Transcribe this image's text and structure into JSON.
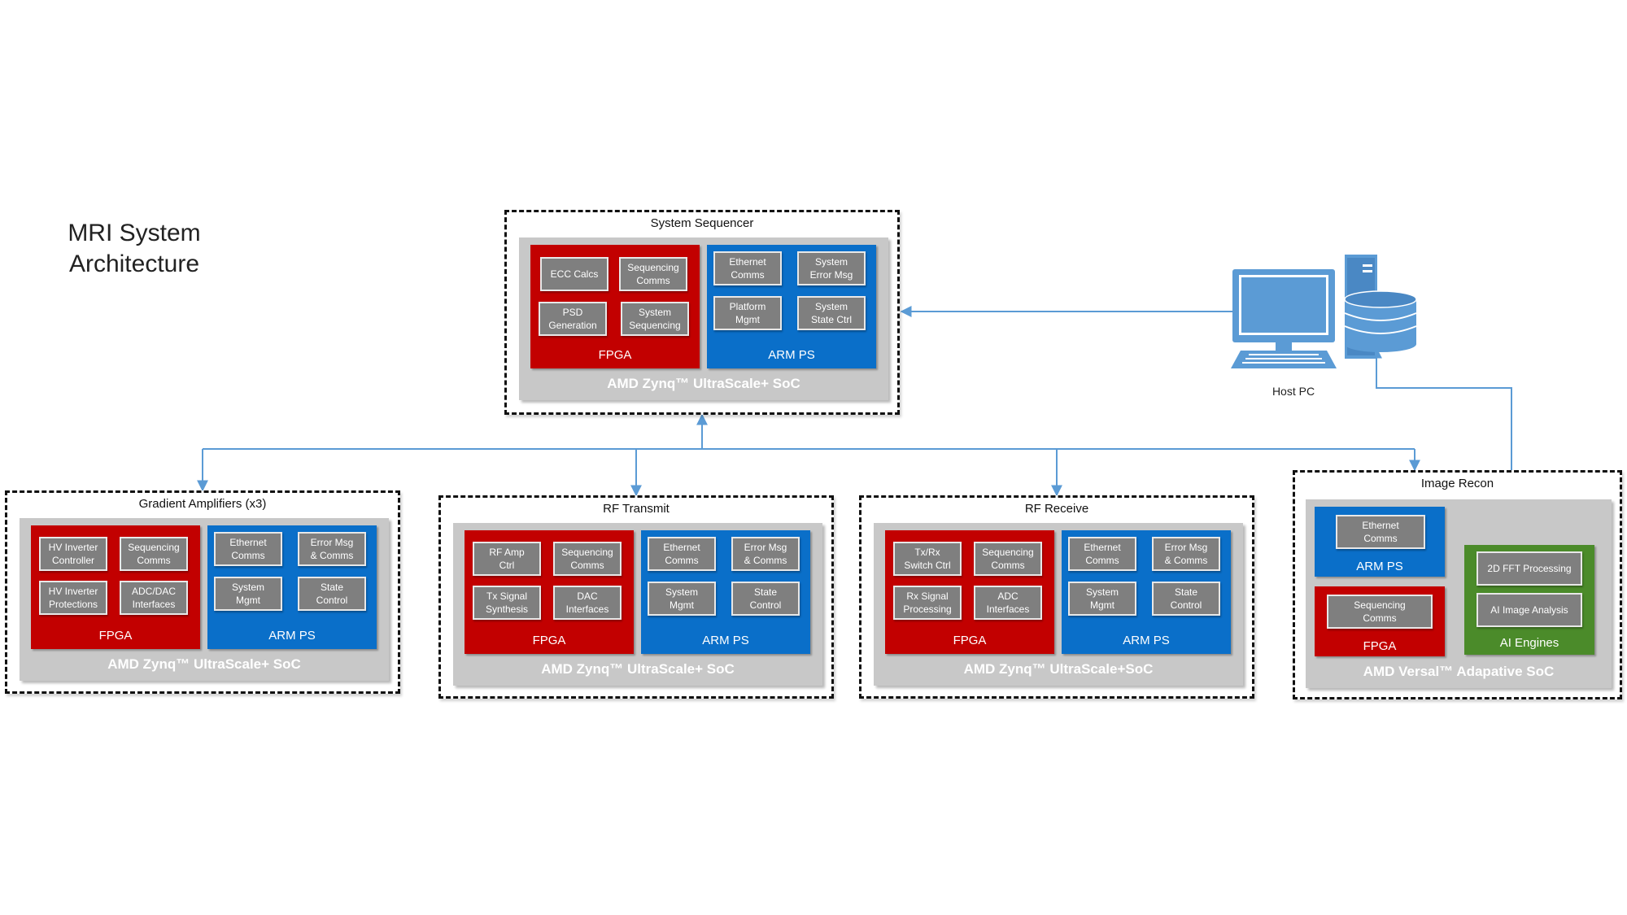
{
  "title": {
    "line1": "MRI System",
    "line2": "Architecture"
  },
  "host_pc": {
    "label": "Host PC",
    "icon": "computer-with-database-icon"
  },
  "colors": {
    "fpga": "#c20000",
    "arm": "#0a6fc9",
    "ai": "#4b8b2a",
    "module": "#7f7f7f",
    "soc": "#c8c8c8",
    "connector": "#5b9bd5"
  },
  "sequencer": {
    "label": "System Sequencer",
    "soc": "AMD Zynq™ UltraScale+ SoC",
    "fpga": {
      "label": "FPGA",
      "modules": [
        "ECC Calcs",
        "Sequencing\nComms",
        "PSD\nGeneration",
        "System\nSequencing"
      ]
    },
    "arm": {
      "label": "ARM PS",
      "modules": [
        "Ethernet\nComms",
        "System\nError Msg",
        "Platform\nMgmt",
        "System\nState Ctrl"
      ]
    }
  },
  "gradient": {
    "label": "Gradient Amplifiers (x3)",
    "soc": "AMD Zynq™ UltraScale+ SoC",
    "fpga": {
      "label": "FPGA",
      "modules": [
        "HV Inverter\nController",
        "Sequencing\nComms",
        "HV Inverter\nProtections",
        "ADC/DAC\nInterfaces"
      ]
    },
    "arm": {
      "label": "ARM PS",
      "modules": [
        "Ethernet\nComms",
        "Error Msg\n& Comms",
        "System\nMgmt",
        "State\nControl"
      ]
    }
  },
  "rf_transmit": {
    "label": "RF Transmit",
    "soc": "AMD Zynq™ UltraScale+ SoC",
    "fpga": {
      "label": "FPGA",
      "modules": [
        "RF Amp\nCtrl",
        "Sequencing\nComms",
        "Tx Signal\nSynthesis",
        "DAC\nInterfaces"
      ]
    },
    "arm": {
      "label": "ARM PS",
      "modules": [
        "Ethernet\nComms",
        "Error Msg\n& Comms",
        "System\nMgmt",
        "State\nControl"
      ]
    }
  },
  "rf_receive": {
    "label": "RF Receive",
    "soc": "AMD Zynq™ UltraScale+SoC",
    "fpga": {
      "label": "FPGA",
      "modules": [
        "Tx/Rx\nSwitch Ctrl",
        "Sequencing\nComms",
        "Rx Signal\nProcessing",
        "ADC\nInterfaces"
      ]
    },
    "arm": {
      "label": "ARM PS",
      "modules": [
        "Ethernet\nComms",
        "Error Msg\n& Comms",
        "System\nMgmt",
        "State\nControl"
      ]
    }
  },
  "image_recon": {
    "label": "Image Recon",
    "soc": "AMD Versal™ Adapative SoC",
    "arm": {
      "label": "ARM PS",
      "modules": [
        "Ethernet\nComms"
      ]
    },
    "fpga": {
      "label": "FPGA",
      "modules": [
        "Sequencing\nComms"
      ]
    },
    "ai": {
      "label": "AI Engines",
      "modules": [
        "2D FFT Processing",
        "AI Image Analysis"
      ]
    }
  }
}
